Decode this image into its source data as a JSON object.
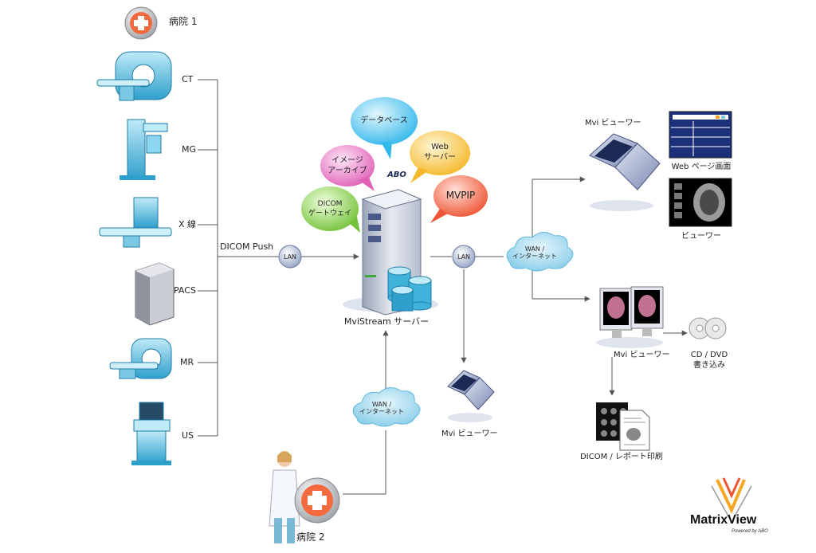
{
  "hospital1": {
    "label": "病院 1"
  },
  "hospital2": {
    "label": "病院 2"
  },
  "modalities": [
    {
      "label": "CT",
      "icon": "ct-scanner-icon"
    },
    {
      "label": "MG",
      "icon": "mammography-icon"
    },
    {
      "label": "X 線",
      "icon": "xray-machine-icon"
    },
    {
      "label": "PACS",
      "icon": "pacs-server-icon"
    },
    {
      "label": "MR",
      "icon": "mri-scanner-icon"
    },
    {
      "label": "US",
      "icon": "ultrasound-icon"
    }
  ],
  "dicom_push": "DICOM Push",
  "lan": "LAN",
  "lan2": "LAN",
  "wan": {
    "line1": "WAN /",
    "line2": "インターネット"
  },
  "wan2": {
    "line1": "WAN /",
    "line2": "インターネット"
  },
  "bubbles": {
    "database": "データベース",
    "image_archive": {
      "line1": "イメージ",
      "line2": "アーカイブ"
    },
    "web_server": {
      "line1": "Web",
      "line2": "サーバー"
    },
    "dicom_gateway": {
      "line1": "DICOM",
      "line2": "ゲートウェイ"
    },
    "mvpip": "MVPIP",
    "abo": "ABO"
  },
  "server": {
    "label": "MviStream サーバー"
  },
  "viewer_top": {
    "label": "Mvi ビューワー"
  },
  "web_page": {
    "label": "Web ページ画面"
  },
  "viewer_screen": {
    "label": "ビューワー"
  },
  "viewer_ws": {
    "label": "Mvi ビューワー"
  },
  "cd_dvd": {
    "line1": "CD / DVD",
    "line2": "書き込み"
  },
  "dicom_print": {
    "label": "DICOM / レポート印刷"
  },
  "viewer_bottom": {
    "label": "Mvi ビューワー"
  },
  "logo": {
    "name": "MatrixView",
    "sub": "Powered by ABO"
  },
  "colors": {
    "cloud": "#a8dcef",
    "device": "#3fb3d9",
    "line": "#555555"
  }
}
